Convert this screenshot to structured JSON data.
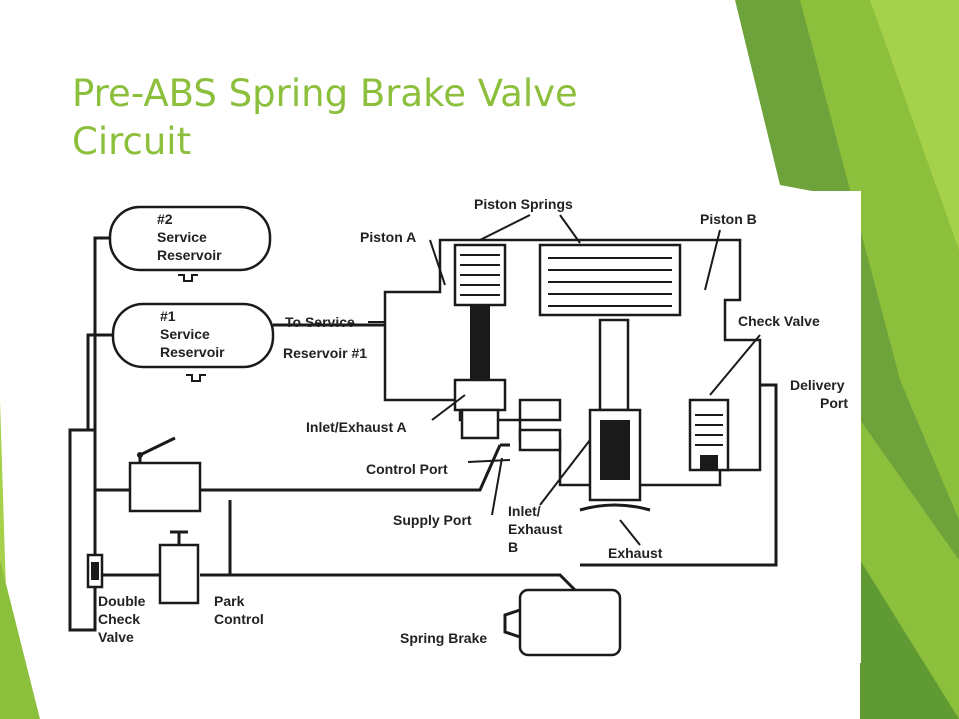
{
  "slide": {
    "title_lines": [
      "Pre-ABS Spring Brake Valve",
      "Circuit"
    ],
    "accent_colors": [
      "#8cbf3c",
      "#6ea23a",
      "#a6d14a",
      "#5f9a33"
    ]
  },
  "diagram": {
    "labels": {
      "reservoir2": [
        "#2",
        "Service",
        "Reservoir"
      ],
      "reservoir1": [
        "#1",
        "Service",
        "Reservoir"
      ],
      "piston_springs": "Piston Springs",
      "piston_a": "Piston A",
      "piston_b": "Piston B",
      "to_service": "To Service",
      "reservoir_no1": "Reservoir #1",
      "check_valve": "Check Valve",
      "delivery_port": [
        "Delivery",
        "Port"
      ],
      "inlet_exhaust_a": "Inlet/Exhaust A",
      "control_port": "Control Port",
      "supply_port": "Supply Port",
      "inlet_exhaust_b": [
        "Inlet/",
        "Exhaust",
        "B"
      ],
      "exhaust": "Exhaust",
      "double_check_valve": [
        "Double",
        "Check",
        "Valve"
      ],
      "park_control": [
        "Park",
        "Control"
      ],
      "spring_brake": "Spring Brake"
    }
  }
}
